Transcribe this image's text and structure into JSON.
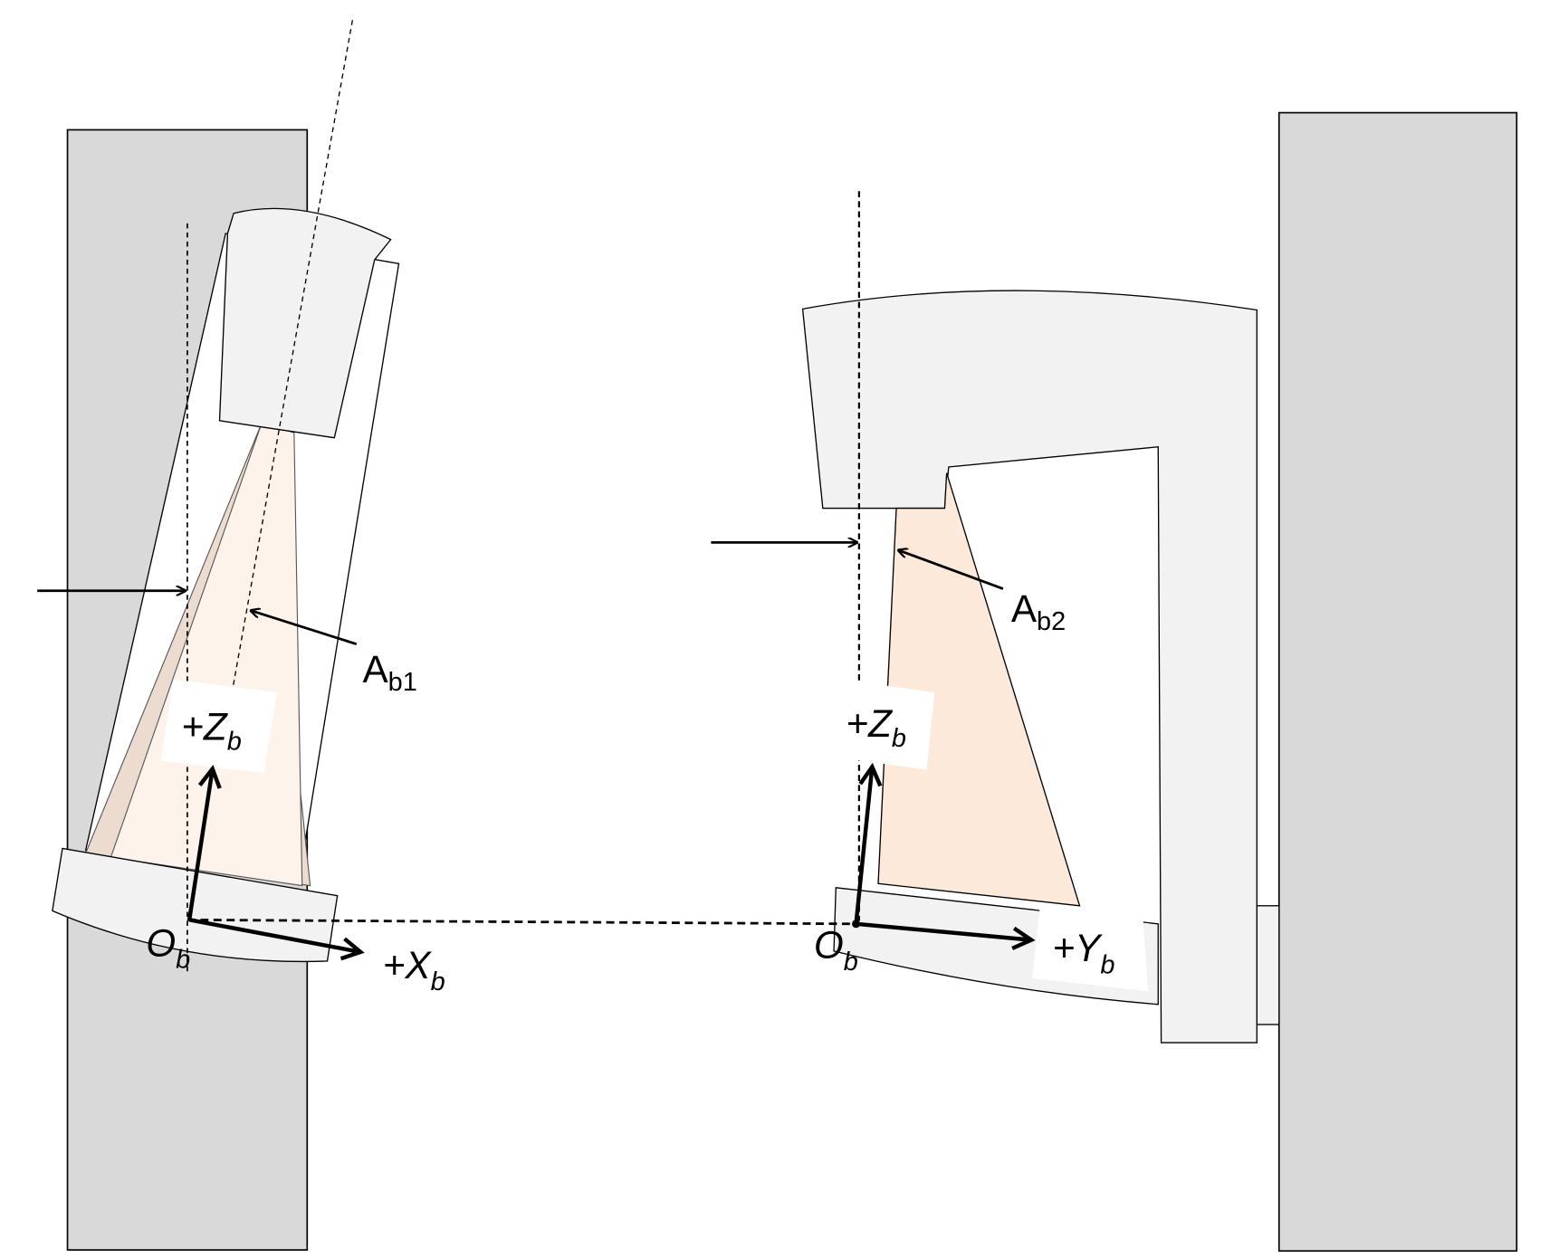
{
  "labels": {
    "left_area": "A",
    "left_area_sub": "b1",
    "right_area": "A",
    "right_area_sub": "b2",
    "left_z": "+Z",
    "left_z_sub": "b",
    "left_x": "+X",
    "left_x_sub": "b",
    "left_origin": "O",
    "left_origin_sub": "b",
    "right_z": "+Z",
    "right_z_sub": "b",
    "right_y": "+Y",
    "right_y_sub": "b",
    "right_origin": "O",
    "right_origin_sub": "b"
  },
  "colors": {
    "wall": "#d9d9d9",
    "part": "#f2f2f2",
    "beam_left": "#fdf3ea",
    "beam_right": "#fde9d9",
    "beam_edge": "#ecdcd0"
  }
}
